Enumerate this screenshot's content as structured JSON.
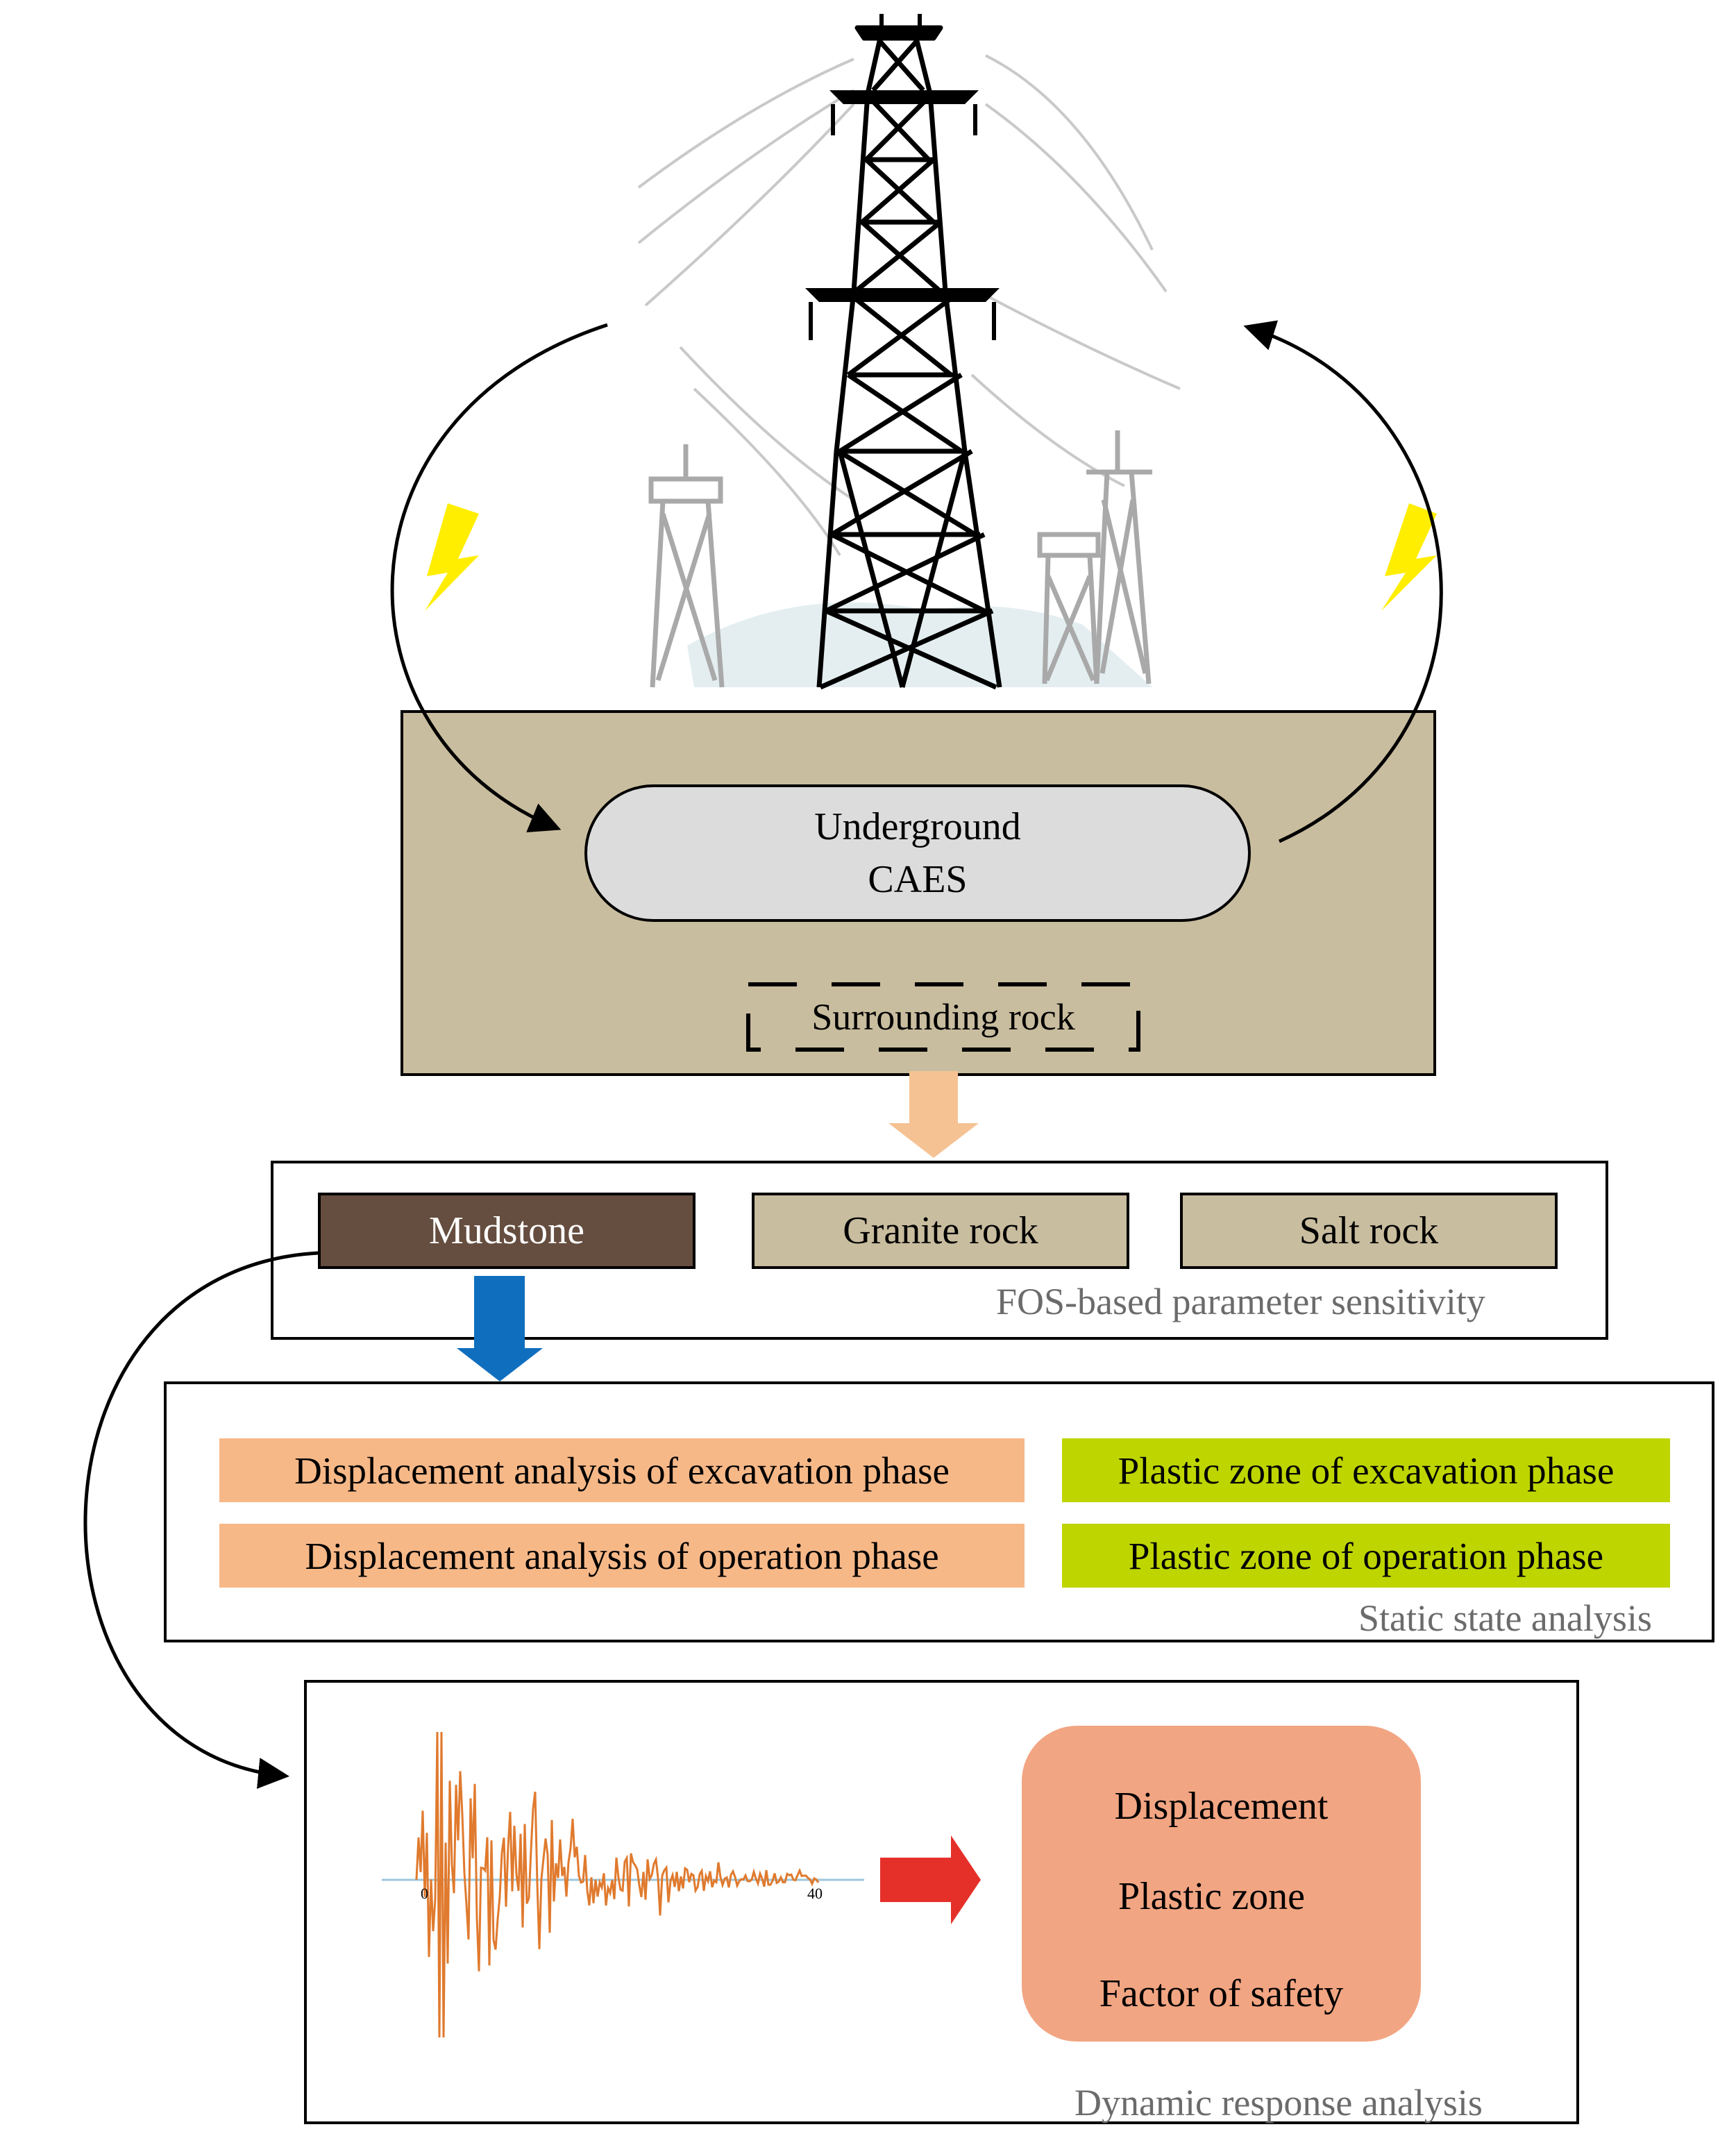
{
  "caes": {
    "line1": "Underground",
    "line2": "CAES"
  },
  "surrounding_rock": "Surrounding rock",
  "rock_types": {
    "mudstone": "Mudstone",
    "granite": "Granite rock",
    "salt": "Salt rock"
  },
  "sensitivity_caption": "FOS-based parameter sensitivity",
  "static": {
    "disp_excavation": "Displacement analysis of excavation phase",
    "disp_operation": "Displacement analysis of operation phase",
    "plastic_excavation": "Plastic zone of excavation phase",
    "plastic_operation": "Plastic zone of operation phase",
    "caption": "Static state analysis"
  },
  "dynamic": {
    "outputs": [
      "Displacement",
      "Plastic zone",
      "Factor of safety"
    ],
    "caption": "Dynamic response analysis",
    "tick_start": "0",
    "tick_end": "40"
  },
  "colors": {
    "ground": "#c9bd9f",
    "mudstone": "#654d3f",
    "displacement": "#f7b888",
    "plastic": "#bed500",
    "result": "#f2a582",
    "wave": "#e07a2e",
    "down_arrow_tan": "#f5c293",
    "down_arrow_blue": "#106ebe",
    "right_arrow_red": "#e5302a",
    "lightning": "#ffee00"
  }
}
